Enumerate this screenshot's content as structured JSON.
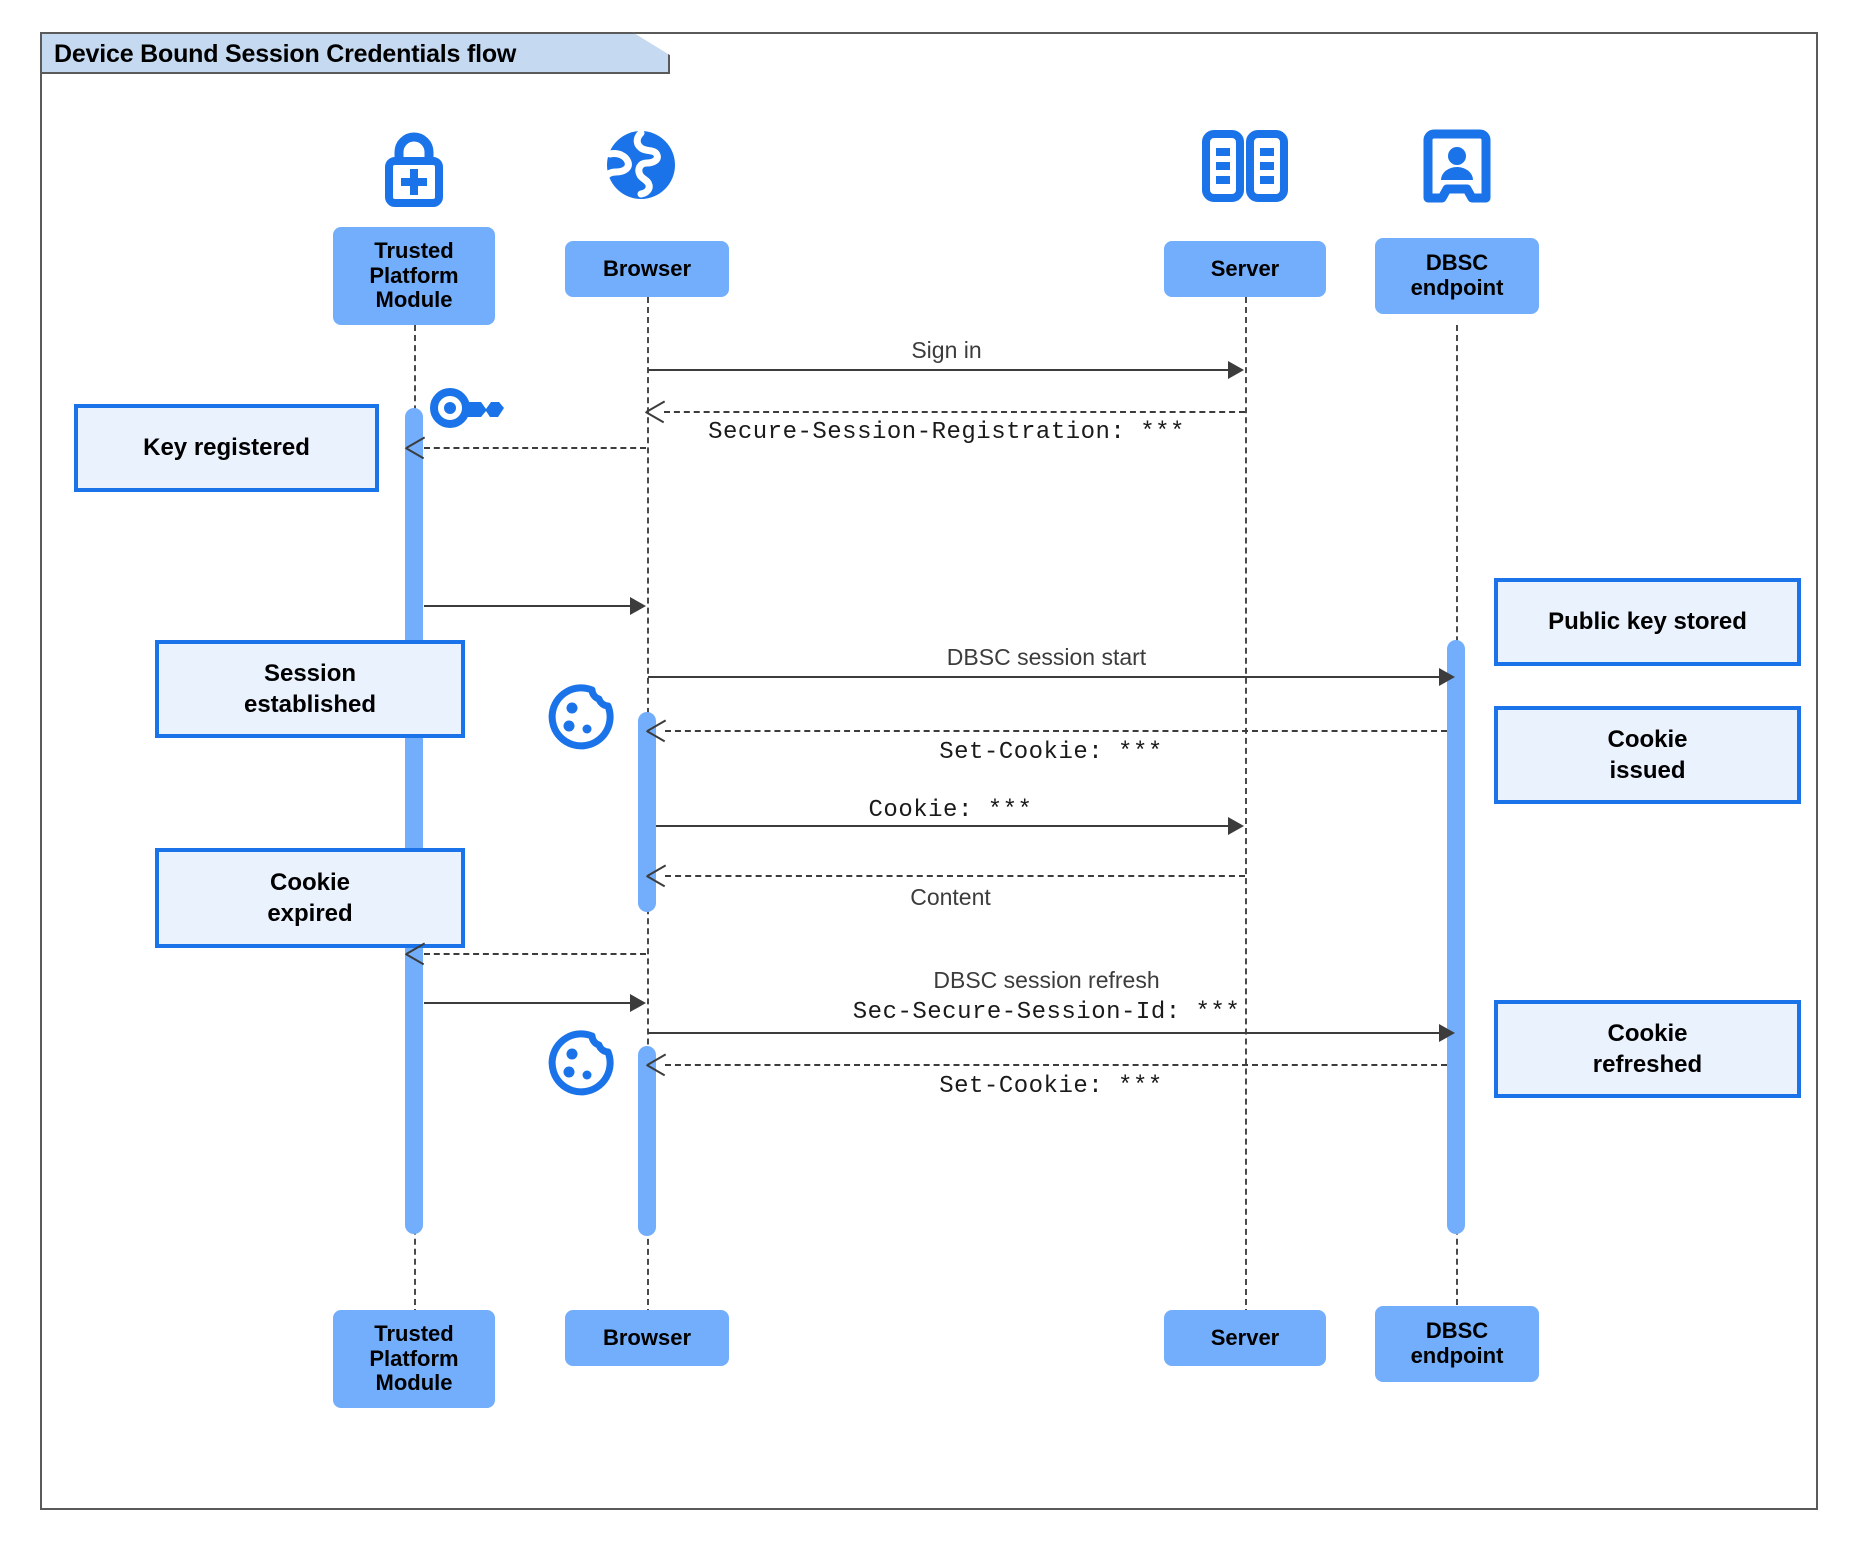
{
  "diagram": {
    "title": "Device Bound Session Credentials flow",
    "type": "sequence-diagram",
    "colors": {
      "participant_fill": "#73aefc",
      "note_fill": "#eaf2fe",
      "note_border": "#1a73e8",
      "icon_blue": "#1a73e8",
      "activation_bar": "#73aefc",
      "title_tab_fill": "#c5d9f1",
      "line": "#3c3c3c"
    }
  },
  "participants": [
    {
      "id": "tpm",
      "label": "Trusted\nPlatform\nModule",
      "icon": "lock-plus-icon"
    },
    {
      "id": "browser",
      "label": "Browser",
      "icon": "globe-icon"
    },
    {
      "id": "server",
      "label": "Server",
      "icon": "server-rack-icon"
    },
    {
      "id": "dbsc",
      "label": "DBSC\nendpoint",
      "icon": "id-badge-icon"
    }
  ],
  "messages": [
    {
      "id": "m1",
      "from": "browser",
      "to": "server",
      "style": "solid",
      "font": "sans",
      "text": "Sign in"
    },
    {
      "id": "m2",
      "from": "server",
      "to": "browser",
      "style": "dashed",
      "font": "mono",
      "text": "Secure-Session-Registration: ***"
    },
    {
      "id": "m3",
      "from": "server",
      "to": "tpm",
      "style": "dashed",
      "font": "none",
      "text": ""
    },
    {
      "id": "m4",
      "from": "tpm",
      "to": "browser",
      "style": "solid",
      "font": "none",
      "text": ""
    },
    {
      "id": "m5",
      "from": "browser",
      "to": "dbsc",
      "style": "solid",
      "font": "sans",
      "text": "DBSC session start"
    },
    {
      "id": "m6",
      "from": "dbsc",
      "to": "browser",
      "style": "dashed",
      "font": "mono",
      "text": "Set-Cookie: ***"
    },
    {
      "id": "m7",
      "from": "browser",
      "to": "server",
      "style": "solid",
      "font": "mono",
      "text": "Cookie: ***"
    },
    {
      "id": "m8",
      "from": "server",
      "to": "browser",
      "style": "dashed",
      "font": "sans",
      "text": "Content"
    },
    {
      "id": "m9",
      "from": "browser",
      "to": "tpm",
      "style": "dashed",
      "font": "none",
      "text": ""
    },
    {
      "id": "m10",
      "from": "tpm",
      "to": "browser",
      "style": "solid",
      "font": "none",
      "text": ""
    },
    {
      "id": "m11",
      "from": "browser",
      "to": "dbsc",
      "style": "solid",
      "font": "both",
      "text_line1": "DBSC session refresh",
      "text_line2": "Sec-Secure-Session-Id: ***"
    },
    {
      "id": "m12",
      "from": "dbsc",
      "to": "browser",
      "style": "dashed",
      "font": "mono",
      "text": "Set-Cookie: ***"
    }
  ],
  "notes": [
    {
      "id": "n1",
      "text": "Key registered",
      "attached_to": "tpm",
      "side": "left"
    },
    {
      "id": "n2",
      "text": "Session\nestablished",
      "attached_to": "tpm",
      "side": "left"
    },
    {
      "id": "n3",
      "text": "Cookie\nexpired",
      "attached_to": "tpm",
      "side": "left"
    },
    {
      "id": "n4",
      "text": "Public key stored",
      "attached_to": "dbsc",
      "side": "right"
    },
    {
      "id": "n5",
      "text": "Cookie\nissued",
      "attached_to": "dbsc",
      "side": "right"
    },
    {
      "id": "n6",
      "text": "Cookie\nrefreshed",
      "attached_to": "dbsc",
      "side": "right"
    }
  ],
  "inline_icons": [
    {
      "id": "i1",
      "icon": "key-icon",
      "near": "tpm"
    },
    {
      "id": "i2",
      "icon": "cookie-icon",
      "near": "browser"
    },
    {
      "id": "i3",
      "icon": "cookie-icon",
      "near": "browser"
    }
  ]
}
